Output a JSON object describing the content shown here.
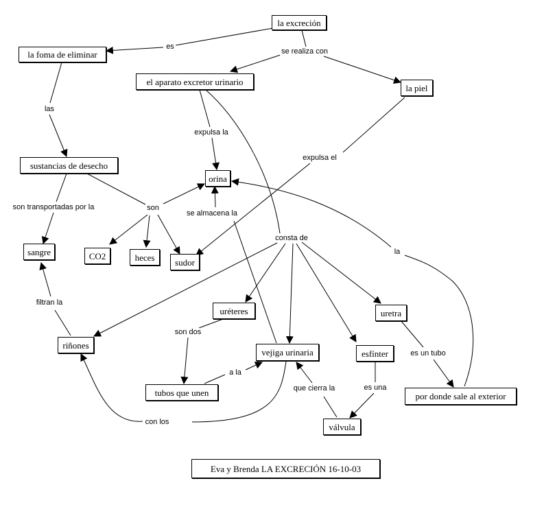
{
  "concepts": {
    "excrecion": "la excreción",
    "foma": "la foma de eliminar",
    "aparato": "el aparato excretor urinario",
    "piel": "la piel",
    "sustancias": "sustancias de desecho",
    "orina": "orina",
    "sangre": "sangre",
    "co2": "CO2",
    "heces": "heces",
    "sudor": "sudor",
    "ureteres": "uréteres",
    "uretra": "uretra",
    "rinones": "riñones",
    "vejiga": "vejiga urinaria",
    "esfinter": "esfínter",
    "tubos": "tubos que unen",
    "valvula": "válvula",
    "exterior": "por donde sale al exterior"
  },
  "links": {
    "es": "es",
    "se_realiza_con": "se realiza con",
    "las": "las",
    "expulsa_la": "expulsa la",
    "expulsa_el": "expulsa el",
    "son": "son",
    "son_transportadas": "son transportadas por la",
    "se_almacena": "se almacena la",
    "consta_de": "consta de",
    "la": "la",
    "filtran_la": "filtran la",
    "son_dos": "son dos",
    "es_un_tubo": "es un tubo",
    "a_la": "a  la",
    "que_cierra": "que cierra la",
    "es_una": "es una",
    "con_los": "con los"
  },
  "footer": "Eva y Brenda LA EXCRECIÓN 16-10-03"
}
